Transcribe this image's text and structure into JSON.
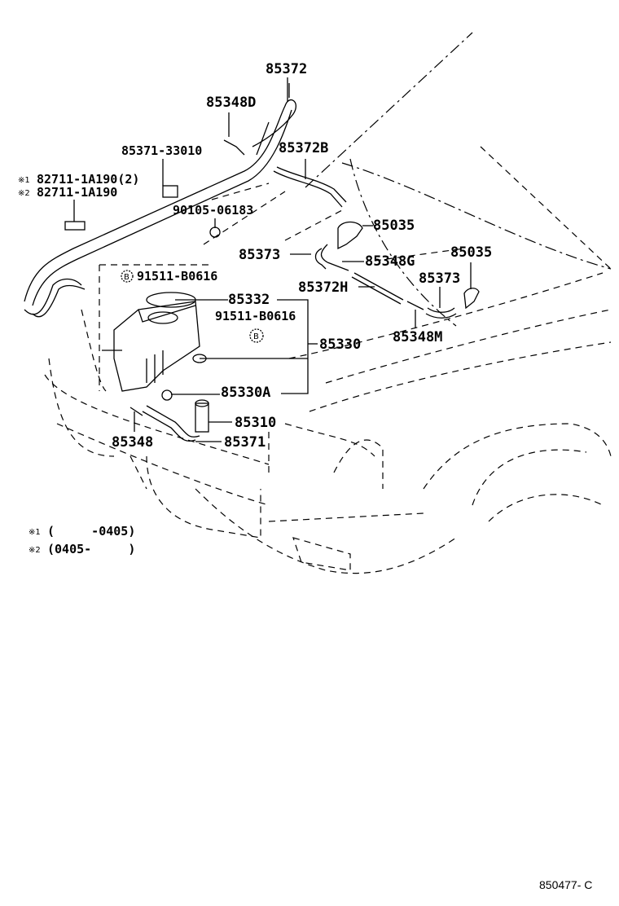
{
  "diagram": {
    "parts": {
      "p85372": "85372",
      "p85348D": "85348D",
      "p85371_33010": "85371-33010",
      "p85372B": "85372B",
      "p82711_a": "82711-1A190(2)",
      "p82711_b": "82711-1A190",
      "p90105": "90105-06183",
      "p85035_a": "85035",
      "p85373_a": "85373",
      "p85348G": "85348G",
      "p85035_b": "85035",
      "p91511_a": "91511-B0616",
      "p85373_b": "85373",
      "p85372H": "85372H",
      "p85332": "85332",
      "p91511_b": "91511-B0616",
      "p85330": "85330",
      "p85348M": "85348M",
      "p85330A": "85330A",
      "p85310": "85310",
      "p85348": "85348",
      "p85371": "85371"
    },
    "markers": {
      "m1": "※1",
      "m2": "※2",
      "b": "B"
    },
    "notes": {
      "note1_mark": "※1",
      "note1_text": "(     -0405)",
      "note2_mark": "※2",
      "note2_text": "(0405-     )"
    },
    "illustration_code": "850477- C"
  }
}
